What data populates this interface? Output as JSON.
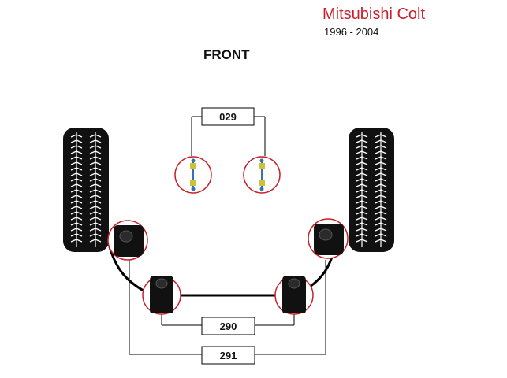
{
  "header": {
    "title": "Mitsubishi Colt",
    "years": "1996 - 2004",
    "orientation": "FRONT"
  },
  "parts": {
    "drop_links": "029",
    "inner_bushes": "290",
    "outer_bushes": "291"
  },
  "colors": {
    "accent": "#c8202a",
    "line": "#000000",
    "bush": "#111111",
    "link_rod": "#3a6fb0",
    "link_joint": "#c9c23a"
  }
}
